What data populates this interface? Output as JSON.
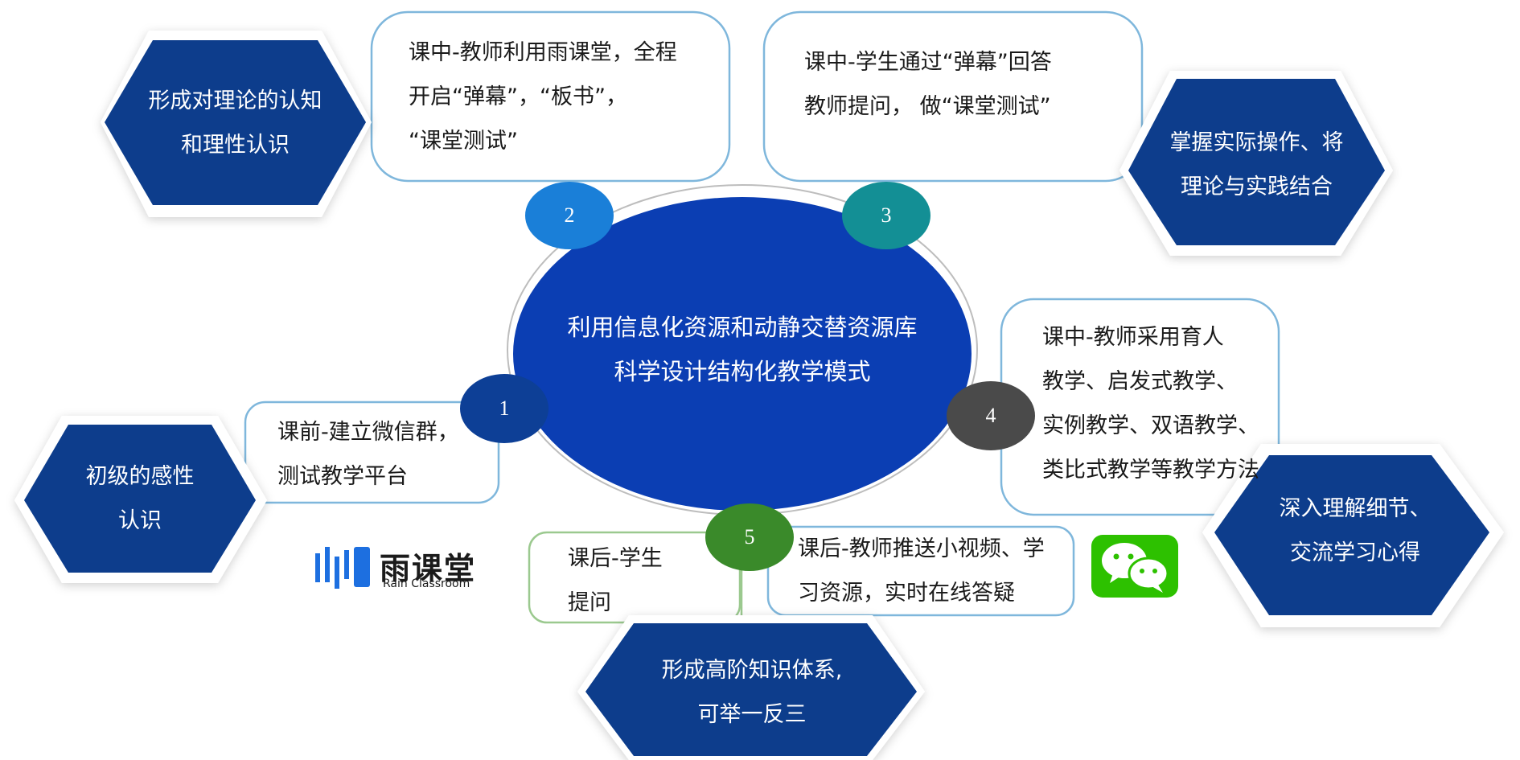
{
  "colors": {
    "hex_fill": "#0b3d8c",
    "center_fill": "#0b3eb3",
    "box_border_blue": "#7fb7dc",
    "box_border_green": "#9bc98f",
    "badge_1": "#0d3f96",
    "badge_2": "#1a7fd8",
    "badge_3": "#138f95",
    "badge_4": "#4a4a4a",
    "badge_5": "#3a8a2a",
    "wechat_green": "#2dc100",
    "logo_blue": "#1d6fe0"
  },
  "center": {
    "line1": "利用信息化资源和动静交替资源库",
    "line2": "科学设计结构化教学模式"
  },
  "badges": [
    "1",
    "2",
    "3",
    "4",
    "5"
  ],
  "hexagons": {
    "top_left": [
      "形成对理论的认知",
      "和理性认识"
    ],
    "top_right": [
      "掌握实际操作、将",
      "理论与实践结合"
    ],
    "mid_left": [
      "初级的感性",
      "认识"
    ],
    "mid_right": [
      "深入理解细节、",
      "交流学习心得"
    ],
    "bottom": [
      "形成高阶知识体系,",
      "可举一反三"
    ]
  },
  "boxes": {
    "step2": [
      "课中-教师利用雨课堂，全程",
      "开启“弹幕”，“板书”，",
      "“课堂测试”"
    ],
    "step3": [
      "课中-学生通过“弹幕”回答",
      "教师提问，  做“课堂测试”"
    ],
    "step1": [
      "课前-建立微信群，",
      "测试教学平台"
    ],
    "step4": [
      "课中-教师采用育人",
      "教学、启发式教学、",
      "实例教学、双语教学、",
      "类比式教学等教学方法"
    ],
    "step5_student": [
      "课后-学生",
      "提问"
    ],
    "step5_teacher": [
      "课后-教师推送小视频、学",
      "习资源，实时在线答疑"
    ]
  },
  "logos": {
    "rain_classroom_cn": "雨课堂",
    "rain_classroom_en": "Rain Classroom",
    "wechat_icon": "wechat-icon"
  }
}
